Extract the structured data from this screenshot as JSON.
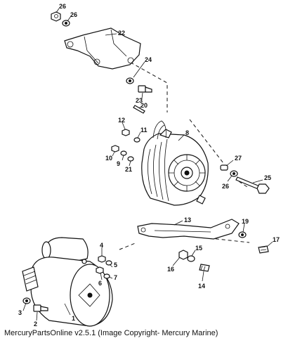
{
  "callouts": {
    "c26a": "26",
    "c26b": "26",
    "c22": "22",
    "c24": "24",
    "c23": "23",
    "c20": "20",
    "c12": "12",
    "c11": "11",
    "c8": "8",
    "c10": "10",
    "c9": "9",
    "c21": "21",
    "c27": "27",
    "c26c": "26",
    "c25": "25",
    "c13": "13",
    "c19": "19",
    "c17": "17",
    "c15": "15",
    "c16": "16",
    "c14": "14",
    "c4": "4",
    "c5": "5",
    "c6": "6",
    "c7": "7",
    "c3": "3",
    "c2": "2",
    "c1": "1"
  },
  "caption": "MercuryPartsOnline v2.5.1 (Image Copyright- Mercury Marine)"
}
